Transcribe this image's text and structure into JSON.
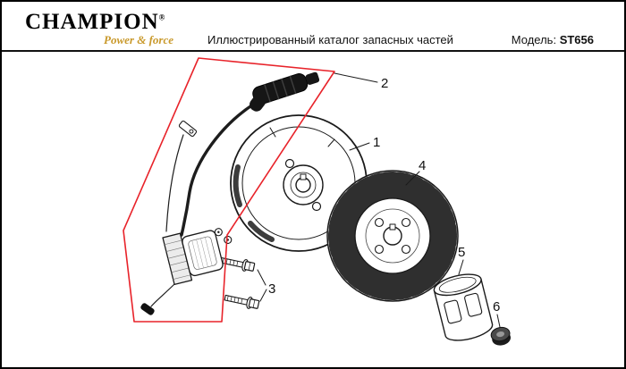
{
  "header": {
    "brand": "CHAMPION",
    "registered_mark": "®",
    "tagline": "Power & force",
    "title": "Иллюстрированный каталог запасных частей",
    "model_label": "Модель:",
    "model_value": "ST656"
  },
  "colors": {
    "highlight": "#e8232a",
    "tagline": "#c9992b",
    "line": "#1a1a1a"
  },
  "diagram": {
    "type": "exploded-parts-diagram",
    "callouts": [
      {
        "number": "1",
        "part": "flywheel"
      },
      {
        "number": "2",
        "part": "ignition-coil-with-spark-plug-cap-assembly"
      },
      {
        "number": "3",
        "part": "bolts"
      },
      {
        "number": "4",
        "part": "fan-wheel"
      },
      {
        "number": "5",
        "part": "starter-cup"
      },
      {
        "number": "6",
        "part": "flange-nut"
      }
    ]
  }
}
